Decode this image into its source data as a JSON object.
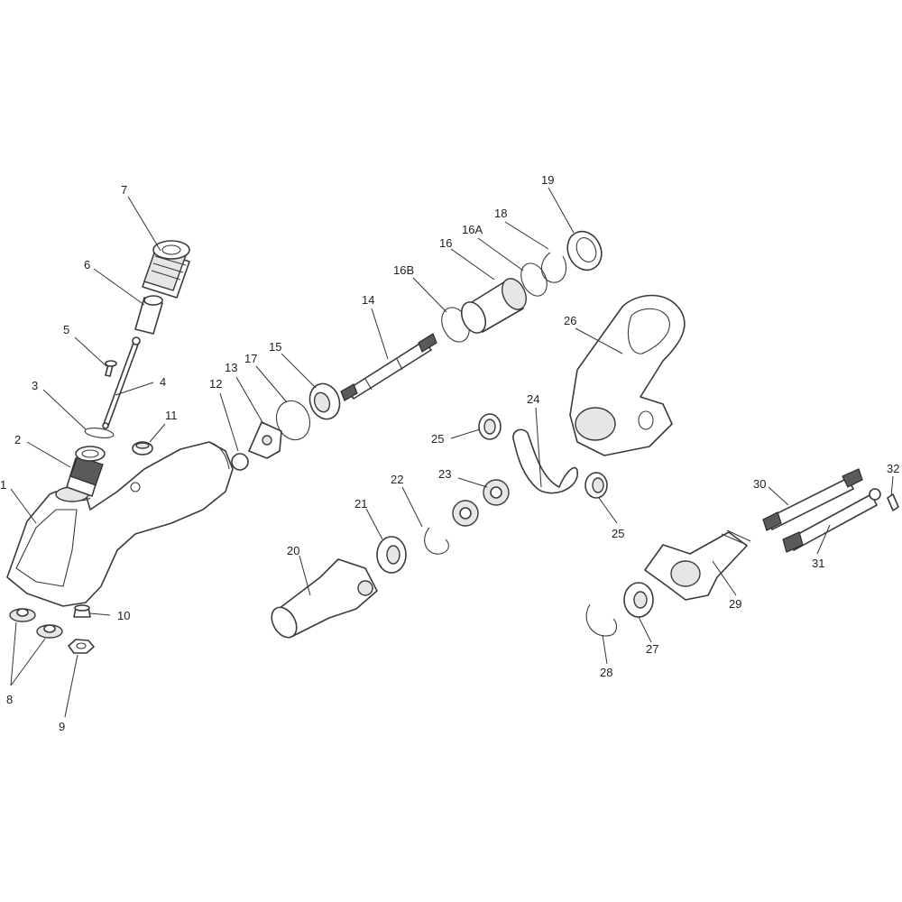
{
  "diagram": {
    "callouts": [
      "1",
      "2",
      "3",
      "4",
      "5",
      "6",
      "7",
      "8",
      "9",
      "10",
      "11",
      "12",
      "13",
      "14",
      "15",
      "16",
      "16A",
      "16B",
      "17",
      "18",
      "19",
      "20",
      "21",
      "22",
      "23",
      "24",
      "25",
      "25",
      "26",
      "27",
      "28",
      "29",
      "30",
      "31",
      "32"
    ]
  }
}
